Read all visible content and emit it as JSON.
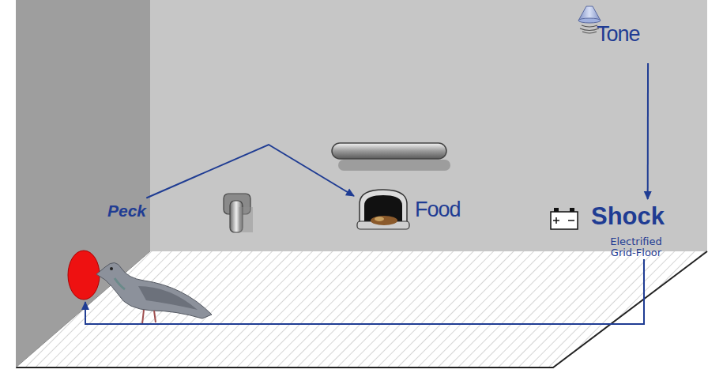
{
  "diagram": {
    "nodes": [
      {
        "text": [
          "Tone"
        ]
      },
      {
        "text": [
          "Peck"
        ]
      },
      {
        "text": [
          "Food"
        ]
      },
      {
        "text": [
          "Shock",
          "Electrified Grid-Floor"
        ]
      }
    ],
    "edges": [
      {
        "from": 1,
        "to": 2,
        "arrow": "to"
      },
      {
        "from": 0,
        "to": 3,
        "arrow": "to"
      },
      {
        "from": 3,
        "to": 1,
        "arrow": "to"
      }
    ]
  }
}
